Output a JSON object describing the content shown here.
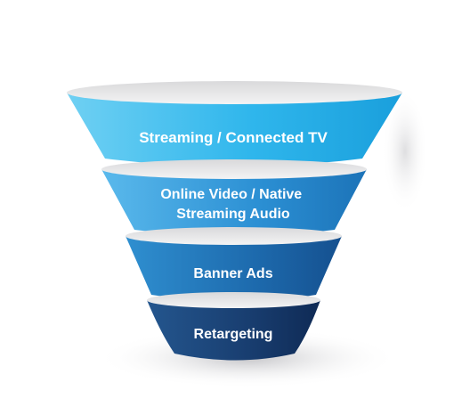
{
  "funnel": {
    "stages": [
      {
        "lines": [
          "Streaming /  Connected TV"
        ]
      },
      {
        "lines": [
          "Online Video / Native",
          "Streaming Audio"
        ]
      },
      {
        "lines": [
          "Banner Ads"
        ]
      },
      {
        "lines": [
          "Retargeting"
        ]
      }
    ]
  },
  "colors": {
    "stage1_light": "#6fd0f3",
    "stage1_dark": "#1a9fdc",
    "stage2_light": "#5ab9ec",
    "stage2_dark": "#1c73b8",
    "stage3_light": "#2f8fd0",
    "stage3_dark": "#15508f",
    "stage4_light": "#24568e",
    "stage4_dark": "#0f2a55",
    "rim": "#e9e9ea",
    "shadow": "#cfcfd2"
  }
}
